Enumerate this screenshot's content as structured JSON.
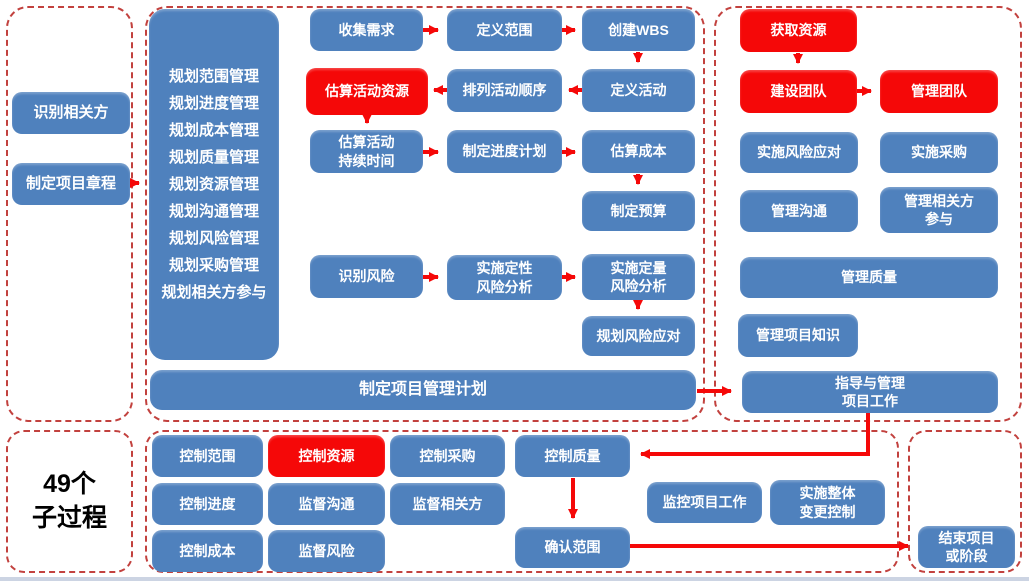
{
  "colors": {
    "process_blue": "#4f81bd",
    "highlight_red": "#f50808",
    "arrow_red": "#f50808",
    "dashed_border_red": "#c2413e",
    "bottom_strip": "#ccd4e3"
  },
  "legend": {
    "process_count": "49个\n子过程"
  },
  "initiating": {
    "identify_stakeholders": "识别相关方",
    "develop_project_charter": "制定项目章程"
  },
  "planning": {
    "knowledge_areas": [
      "规划范围管理",
      "规划进度管理",
      "规划成本管理",
      "规划质量管理",
      "规划资源管理",
      "规划沟通管理",
      "规划风险管理",
      "规划采购管理",
      "规划相关方参与"
    ],
    "collect_requirements": "收集需求",
    "define_scope": "定义范围",
    "create_wbs": "创建WBS",
    "estimate_activity_resources": "估算活动资源",
    "sequence_activities": "排列活动顺序",
    "define_activities": "定义活动",
    "estimate_activity_durations": "估算活动\n持续时间",
    "develop_schedule": "制定进度计划",
    "estimate_costs": "估算成本",
    "determine_budget": "制定预算",
    "identify_risks": "识别风险",
    "qualitative_risk_analysis": "实施定性\n风险分析",
    "quantitative_risk_analysis": "实施定量\n风险分析",
    "plan_risk_responses": "规划风险应对",
    "develop_pm_plan": "制定项目管理计划"
  },
  "executing": {
    "acquire_resources": "获取资源",
    "develop_team": "建设团队",
    "manage_team": "管理团队",
    "implement_risk_responses": "实施风险应对",
    "conduct_procurements": "实施采购",
    "manage_communications": "管理沟通",
    "manage_stakeholder_engagement": "管理相关方\n参与",
    "manage_quality": "管理质量",
    "manage_project_knowledge": "管理项目知识",
    "direct_manage_project_work": "指导与管理\n项目工作"
  },
  "monitoring": {
    "control_scope": "控制范围",
    "control_resources": "控制资源",
    "control_procurements": "控制采购",
    "control_quality": "控制质量",
    "control_schedule": "控制进度",
    "monitor_communications": "监督沟通",
    "monitor_stakeholder_engagement": "监督相关方",
    "control_costs": "控制成本",
    "monitor_risks": "监督风险",
    "monitor_control_project_work": "监控项目工作",
    "perform_integrated_change_control": "实施整体\n变更控制",
    "validate_scope": "确认范围"
  },
  "closing": {
    "close_project_or_phase": "结束项目\n或阶段"
  },
  "connections": [
    {
      "from": "develop_project_charter",
      "to": "planning_group"
    },
    {
      "from": "collect_requirements",
      "to": "define_scope"
    },
    {
      "from": "define_scope",
      "to": "create_wbs"
    },
    {
      "from": "create_wbs",
      "to": "define_activities"
    },
    {
      "from": "define_activities",
      "to": "sequence_activities"
    },
    {
      "from": "sequence_activities",
      "to": "estimate_activity_resources"
    },
    {
      "from": "estimate_activity_resources",
      "to": "estimate_activity_durations"
    },
    {
      "from": "estimate_activity_durations",
      "to": "develop_schedule"
    },
    {
      "from": "develop_schedule",
      "to": "estimate_costs"
    },
    {
      "from": "estimate_costs",
      "to": "determine_budget"
    },
    {
      "from": "identify_risks",
      "to": "qualitative_risk_analysis"
    },
    {
      "from": "qualitative_risk_analysis",
      "to": "quantitative_risk_analysis"
    },
    {
      "from": "quantitative_risk_analysis",
      "to": "plan_risk_responses"
    },
    {
      "from": "develop_pm_plan",
      "to": "direct_manage_project_work"
    },
    {
      "from": "acquire_resources",
      "to": "develop_team"
    },
    {
      "from": "develop_team",
      "to": "manage_team"
    },
    {
      "from": "direct_manage_project_work",
      "to": "control_quality"
    },
    {
      "from": "control_quality",
      "to": "validate_scope"
    },
    {
      "from": "validate_scope",
      "to": "close_project_or_phase"
    }
  ]
}
